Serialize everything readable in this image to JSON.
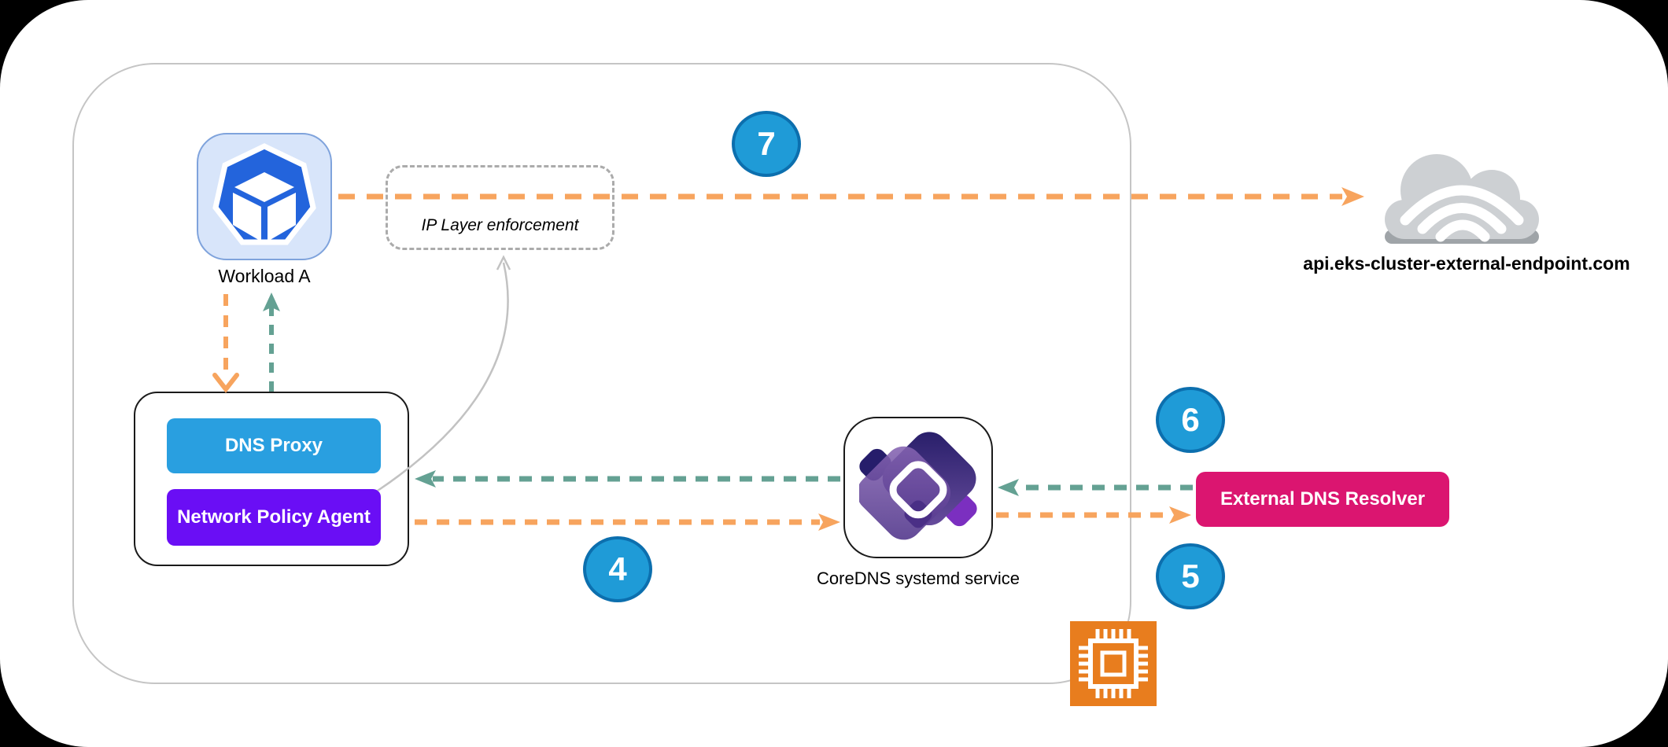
{
  "nodes": {
    "workload_a": {
      "label": "Workload A",
      "icon": "cube-heptagon-icon",
      "bg": "#D8E5FA",
      "accent": "#2364DC"
    },
    "ip_layer_enforcement": {
      "label": "IP Layer enforcement",
      "style": "dashed-gray-box"
    },
    "dns_proxy": {
      "label": "DNS Proxy",
      "color": "#299FE0"
    },
    "network_policy_agent": {
      "label": "Network Policy Agent",
      "color": "#6A0EF5"
    },
    "coredns": {
      "label": "CoreDNS systemd service",
      "icon": "coredns-link-icon"
    },
    "external_dns_resolver": {
      "label": "External DNS Resolver",
      "color": "#DB1570"
    },
    "external_endpoint": {
      "label": "api.eks-cluster-external-endpoint.com",
      "icon": "cloud-icon"
    },
    "instance_chip": {
      "icon": "cpu-chip-icon",
      "color": "#E87D1E"
    }
  },
  "steps": {
    "s4": "4",
    "s5": "5",
    "s6": "6",
    "s7": "7"
  },
  "icons": [
    "cube-heptagon-icon",
    "cloud-icon",
    "coredns-link-icon",
    "cpu-chip-icon"
  ],
  "colors": {
    "dns_query_flow_orange": "#F7A45E",
    "dns_response_flow_teal": "#64A193",
    "badge_fill": "#1F9BD7",
    "badge_border": "#0C6FAE",
    "group_border": "#C5C5C5",
    "dashed_box_border": "#ABABAB",
    "connector_gray": "#C2C2C2",
    "cloud_gray": "#CDD0D3"
  }
}
